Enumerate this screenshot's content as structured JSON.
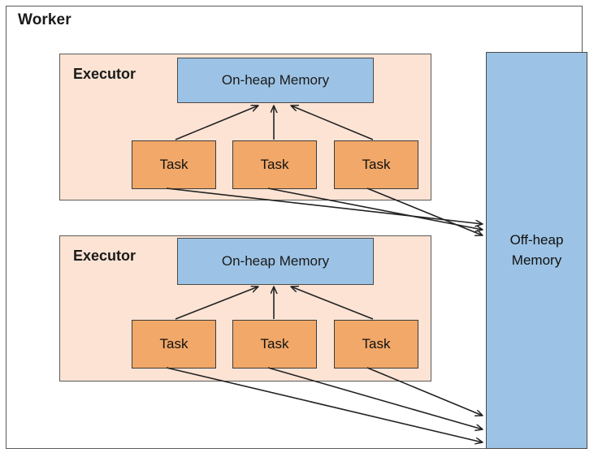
{
  "diagram": {
    "type": "block-diagram",
    "title": "Worker",
    "worker": {
      "label": "Worker"
    },
    "executors": [
      {
        "label": "Executor",
        "on_heap": {
          "label": "On-heap Memory"
        },
        "tasks": [
          {
            "label": "Task"
          },
          {
            "label": "Task"
          },
          {
            "label": "Task"
          }
        ]
      },
      {
        "label": "Executor",
        "on_heap": {
          "label": "On-heap Memory"
        },
        "tasks": [
          {
            "label": "Task"
          },
          {
            "label": "Task"
          },
          {
            "label": "Task"
          }
        ]
      }
    ],
    "off_heap": {
      "label": "Off-heap Memory",
      "line1": "Off-heap",
      "line2": "Memory"
    },
    "colors": {
      "executor_fill": "#fce3d4",
      "memory_fill": "#9cc3e5",
      "task_fill": "#f1a868",
      "border": "#5a5a5a",
      "arrow": "#222222",
      "background": "#ffffff",
      "text": "#1a1a1a"
    },
    "edges": {
      "task_to_on_heap_count": 6,
      "task_to_off_heap_count": 6,
      "arrow_style": "open-head-solid-line"
    }
  }
}
